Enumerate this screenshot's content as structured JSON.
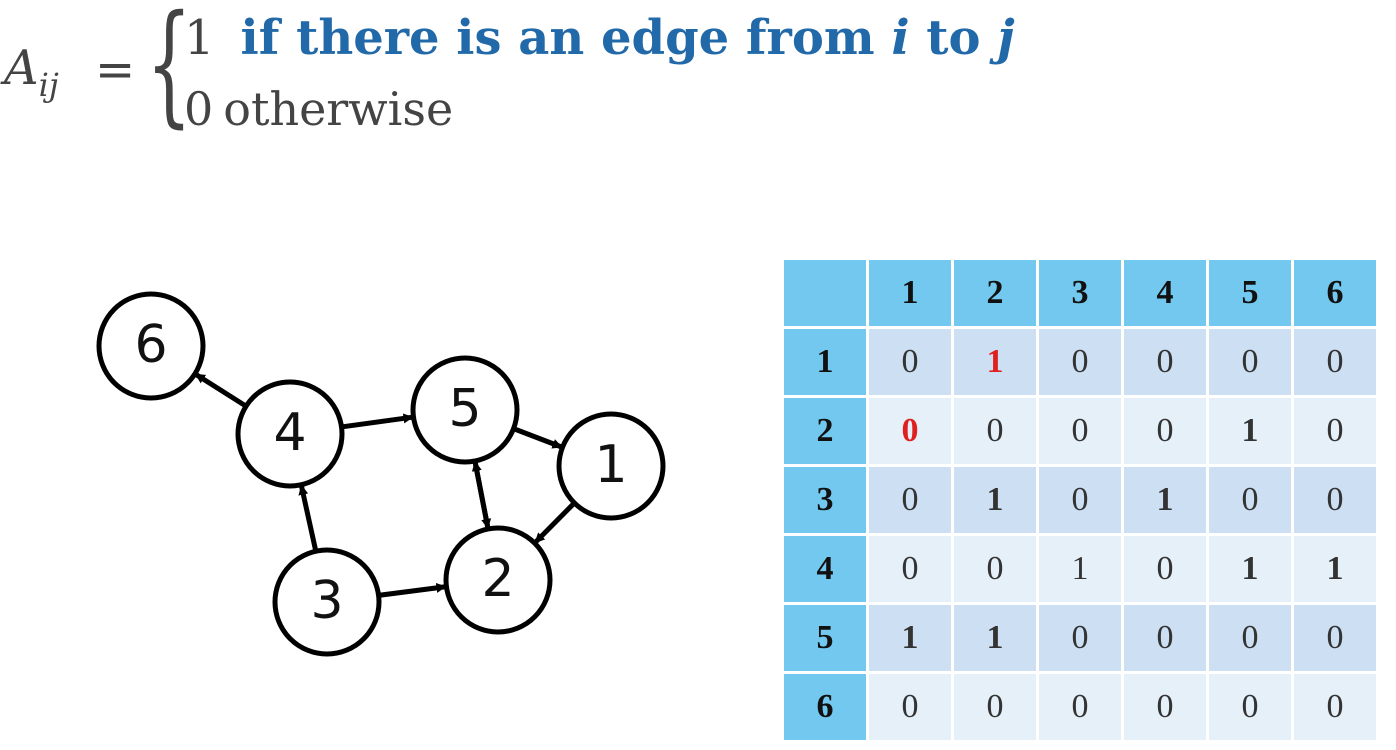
{
  "formula": {
    "lhs_base": "A",
    "lhs_sub": "ij",
    "equals": "=",
    "case1_value": "1",
    "case1_text": "if there is an edge from",
    "case1_var_i": "i",
    "case1_to": "to",
    "case1_var_j": "j",
    "case2_value": "0",
    "case2_text": "otherwise",
    "accent_color": "#2169a8"
  },
  "graph": {
    "nodes": [
      {
        "id": "6",
        "label": "6"
      },
      {
        "id": "4",
        "label": "4"
      },
      {
        "id": "5",
        "label": "5"
      },
      {
        "id": "1",
        "label": "1"
      },
      {
        "id": "3",
        "label": "3"
      },
      {
        "id": "2",
        "label": "2"
      }
    ],
    "edges": [
      {
        "from": "4",
        "to": "6"
      },
      {
        "from": "4",
        "to": "5"
      },
      {
        "from": "5",
        "to": "1"
      },
      {
        "from": "1",
        "to": "2"
      },
      {
        "from": "5",
        "to": "2"
      },
      {
        "from": "2",
        "to": "5"
      },
      {
        "from": "3",
        "to": "4"
      },
      {
        "from": "3",
        "to": "2"
      }
    ]
  },
  "matrix": {
    "columns": [
      "1",
      "2",
      "3",
      "4",
      "5",
      "6"
    ],
    "rows": [
      {
        "label": "1",
        "values": [
          "0",
          "1",
          "0",
          "0",
          "0",
          "0"
        ],
        "bold": [
          false,
          true,
          false,
          false,
          false,
          false
        ],
        "red": [
          false,
          true,
          false,
          false,
          false,
          false
        ]
      },
      {
        "label": "2",
        "values": [
          "0",
          "0",
          "0",
          "0",
          "1",
          "0"
        ],
        "bold": [
          true,
          false,
          false,
          false,
          true,
          false
        ],
        "red": [
          true,
          false,
          false,
          false,
          false,
          false
        ]
      },
      {
        "label": "3",
        "values": [
          "0",
          "1",
          "0",
          "1",
          "0",
          "0"
        ],
        "bold": [
          false,
          true,
          false,
          true,
          false,
          false
        ],
        "red": [
          false,
          false,
          false,
          false,
          false,
          false
        ]
      },
      {
        "label": "4",
        "values": [
          "0",
          "0",
          "1",
          "0",
          "1",
          "1"
        ],
        "bold": [
          false,
          false,
          false,
          false,
          true,
          true
        ],
        "red": [
          false,
          false,
          false,
          false,
          false,
          false
        ]
      },
      {
        "label": "5",
        "values": [
          "1",
          "1",
          "0",
          "0",
          "0",
          "0"
        ],
        "bold": [
          true,
          true,
          false,
          false,
          false,
          false
        ],
        "red": [
          false,
          false,
          false,
          false,
          false,
          false
        ]
      },
      {
        "label": "6",
        "values": [
          "0",
          "0",
          "0",
          "0",
          "0",
          "0"
        ],
        "bold": [
          false,
          false,
          false,
          false,
          false,
          false
        ],
        "red": [
          false,
          false,
          false,
          false,
          false,
          false
        ]
      }
    ],
    "header_color": "#72c8ee",
    "highlight_color": "#e02020"
  }
}
